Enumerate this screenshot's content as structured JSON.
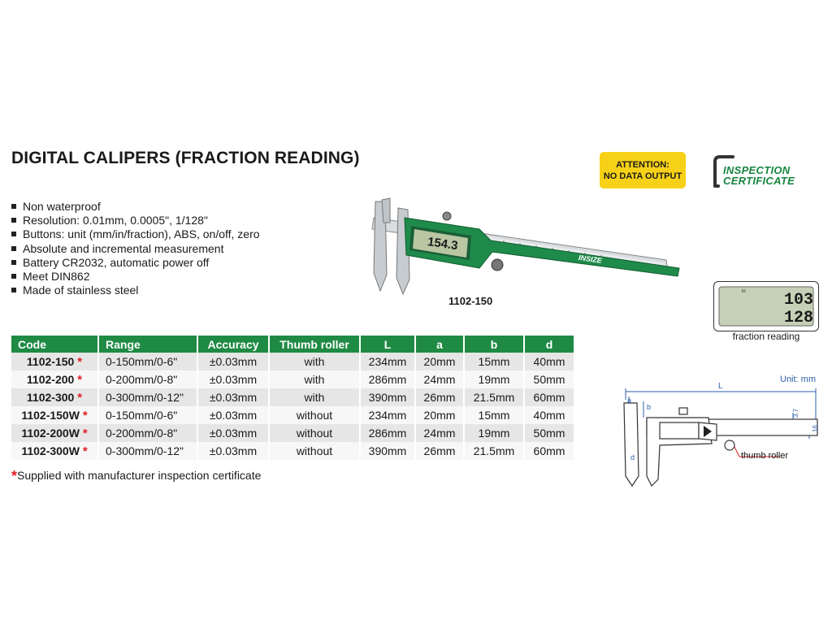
{
  "title": "DIGITAL CALIPERS (FRACTION READING)",
  "features": [
    "Non waterproof",
    "Resolution: 0.01mm, 0.0005\", 1/128\"",
    "Buttons: unit (mm/in/fraction), ABS, on/off, zero",
    "Absolute and incremental measurement",
    "Battery CR2032, automatic power off",
    "Meet DIN862",
    "Made of stainless steel"
  ],
  "attention": {
    "line1": "ATTENTION:",
    "line2": "NO DATA OUTPUT",
    "color": "#f7d117"
  },
  "certificate": {
    "line1": "INSPECTION",
    "line2": "CERTIFICATE",
    "color": "#16853f"
  },
  "product": {
    "model": "1102-150",
    "display": "154.3",
    "brand": "INSIZE"
  },
  "lcd": {
    "top": "103",
    "bottom": "128",
    "caption": "fraction reading",
    "flag": "in"
  },
  "table": {
    "header_color": "#1f8a44",
    "columns": [
      "Code",
      "Range",
      "Accuracy",
      "Thumb roller",
      "L",
      "a",
      "b",
      "d"
    ],
    "rows": [
      {
        "code": "1102-150",
        "star": "*",
        "range": "0-150mm/0-6\"",
        "accuracy": "±0.03mm",
        "thumb": "with",
        "L": "234mm",
        "a": "20mm",
        "b": "15mm",
        "d": "40mm"
      },
      {
        "code": "1102-200",
        "star": "*",
        "range": "0-200mm/0-8\"",
        "accuracy": "±0.03mm",
        "thumb": "with",
        "L": "286mm",
        "a": "24mm",
        "b": "19mm",
        "d": "50mm"
      },
      {
        "code": "1102-300",
        "star": "*",
        "range": "0-300mm/0-12\"",
        "accuracy": "±0.03mm",
        "thumb": "with",
        "L": "390mm",
        "a": "26mm",
        "b": "21.5mm",
        "d": "60mm"
      },
      {
        "code": "1102-150W",
        "star": "*",
        "range": "0-150mm/0-6\"",
        "accuracy": "±0.03mm",
        "thumb": "without",
        "L": "234mm",
        "a": "20mm",
        "b": "15mm",
        "d": "40mm"
      },
      {
        "code": "1102-200W",
        "star": "*",
        "range": "0-200mm/0-8\"",
        "accuracy": "±0.03mm",
        "thumb": "without",
        "L": "286mm",
        "a": "24mm",
        "b": "19mm",
        "d": "50mm"
      },
      {
        "code": "1102-300W",
        "star": "*",
        "range": "0-300mm/0-12\"",
        "accuracy": "±0.03mm",
        "thumb": "without",
        "L": "390mm",
        "a": "26mm",
        "b": "21.5mm",
        "d": "60mm"
      }
    ]
  },
  "footnote": {
    "star": "*",
    "text": "Supplied with manufacturer inspection certificate"
  },
  "diagram": {
    "unit": "Unit: mm",
    "L": "L",
    "a": "a",
    "b": "b",
    "d": "d",
    "dim1": "3.7",
    "dim2": "16",
    "thumb_roller": "thumb roller",
    "line_color": "#2b5fa8"
  }
}
